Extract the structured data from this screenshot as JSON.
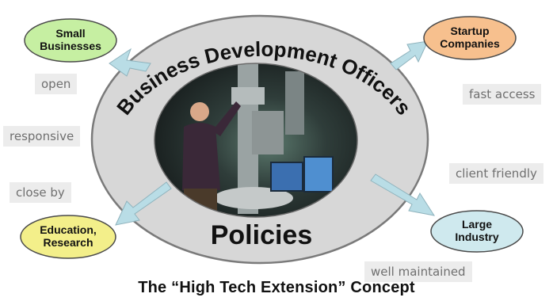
{
  "diagram": {
    "ring_top_label": "Business Development Officers",
    "ring_bottom_label": "Policies",
    "caption": "The “High Tech Extension” Concept",
    "nodes": {
      "small_businesses": "Small Businesses",
      "startup_companies": "Startup Companies",
      "education_research": "Education, Research",
      "large_industry": "Large Industry"
    },
    "attributes": {
      "open": "open",
      "responsive": "responsive",
      "close_by": "close by",
      "fast_access": "fast access",
      "client_friendly": "client friendly",
      "well_maintained": "well maintained"
    },
    "colors": {
      "ring": "#d7d7d7",
      "ring_stroke": "#7a7a7a",
      "arrow": "#b9dde6",
      "small_businesses": "#c6efa2",
      "startup_companies": "#f7c08e",
      "education_research": "#f3ef8a",
      "large_industry": "#cfe9ee"
    }
  }
}
